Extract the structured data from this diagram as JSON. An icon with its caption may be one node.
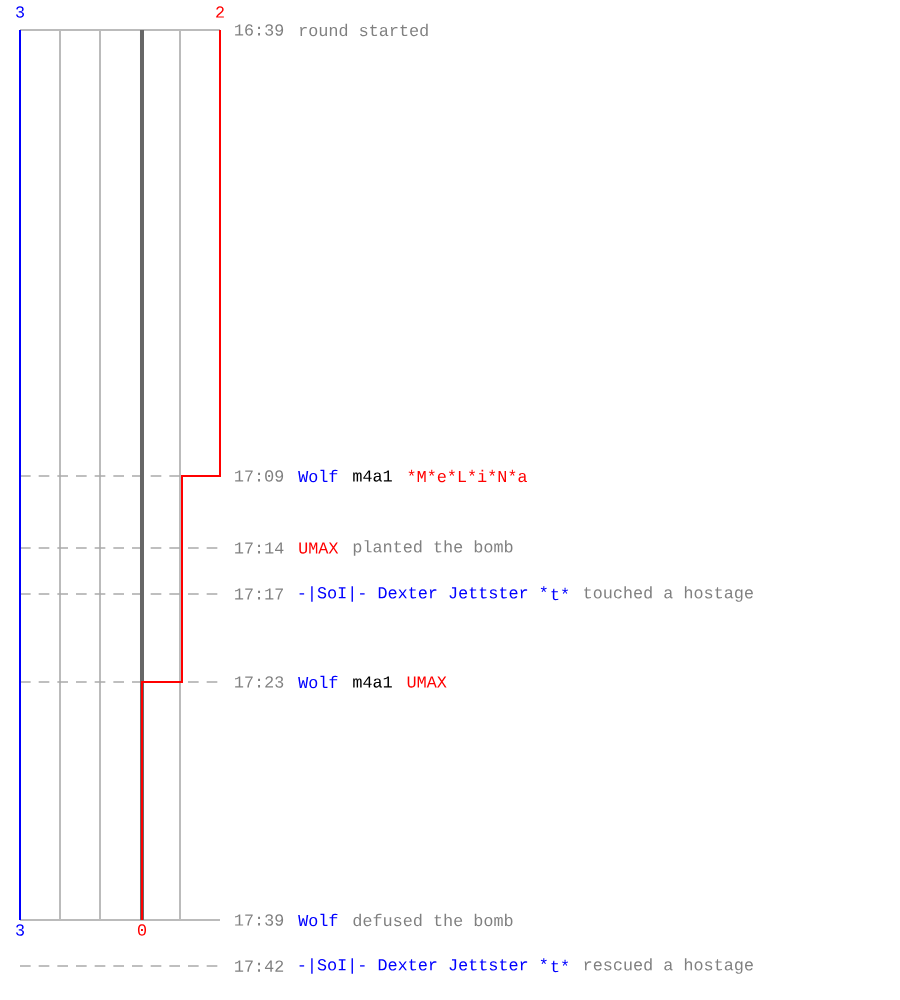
{
  "diagram": {
    "labels": [
      "3",
      "2",
      "16:39",
      "round started",
      "17:09",
      "Wolf",
      "m4a1",
      "*M*e*L*i*N*a",
      "17:14",
      "UMAX",
      "planted the bomb",
      "17:17",
      "-|SoI|- Dexter Jettster *",
      "t*",
      "touched a hostage",
      "17:23",
      "Wolf",
      "m4a1",
      "UMAX",
      "17:39",
      "Wolf",
      "defused the bomb",
      "3",
      "0",
      "17:42",
      "-|SoI|- Dexter Jettster *",
      "t*",
      "rescued a hostage"
    ]
  }
}
